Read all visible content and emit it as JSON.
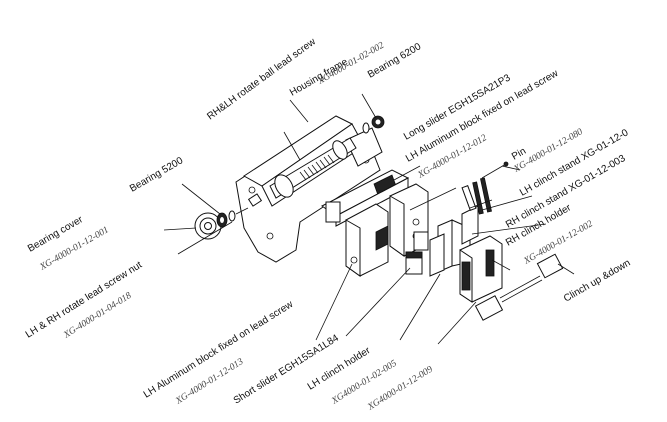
{
  "labels": {
    "housing_frame": "Housing frame",
    "housing_frame_code": "XG4000-01-02-002",
    "bearing_6200": "Bearing 6200",
    "rotate_ball_screw": "RH&LH rotate ball lead screw",
    "long_slider": "Long slider EGH15SA21P3",
    "lh_alu_block_top": "LH Aluminum block fixed on lead screw",
    "lh_alu_block_top_code": "XG-4000-01-12-012",
    "pin": "Pin",
    "pin_code": "XG-4000-01-12-080",
    "lh_clinch_stand": "LH clinch stand XG-01-12-0",
    "rh_clinch_stand": "RH clinch stand XG-01-12-003",
    "rh_clinch_holder": "RH clinch holder",
    "rh_clinch_holder_code": "XG-4000-01-12-002",
    "clinch_up_down": "Clinch up &down",
    "bearing_cover": "Bearing cover",
    "bearing_cover_code": "XG-4000-01-12-001",
    "bearing_5200": "Bearing 5200",
    "lead_screw_nut": "LH & RH rotate lead screw nut",
    "lead_screw_nut_code": "XG-4000-01-04-018",
    "lh_alu_block_bottom": "LH Aluminum block fixed on lead screw",
    "lh_alu_block_bottom_code": "XG-4000-01-12-013",
    "short_slider": "Short slider EGH15SA1L84",
    "lh_clinch_holder": "LH clinch holder",
    "lh_clinch_holder_code": "XG4000-01-02-005",
    "bottom_code": "XG4000-01-12-009"
  }
}
